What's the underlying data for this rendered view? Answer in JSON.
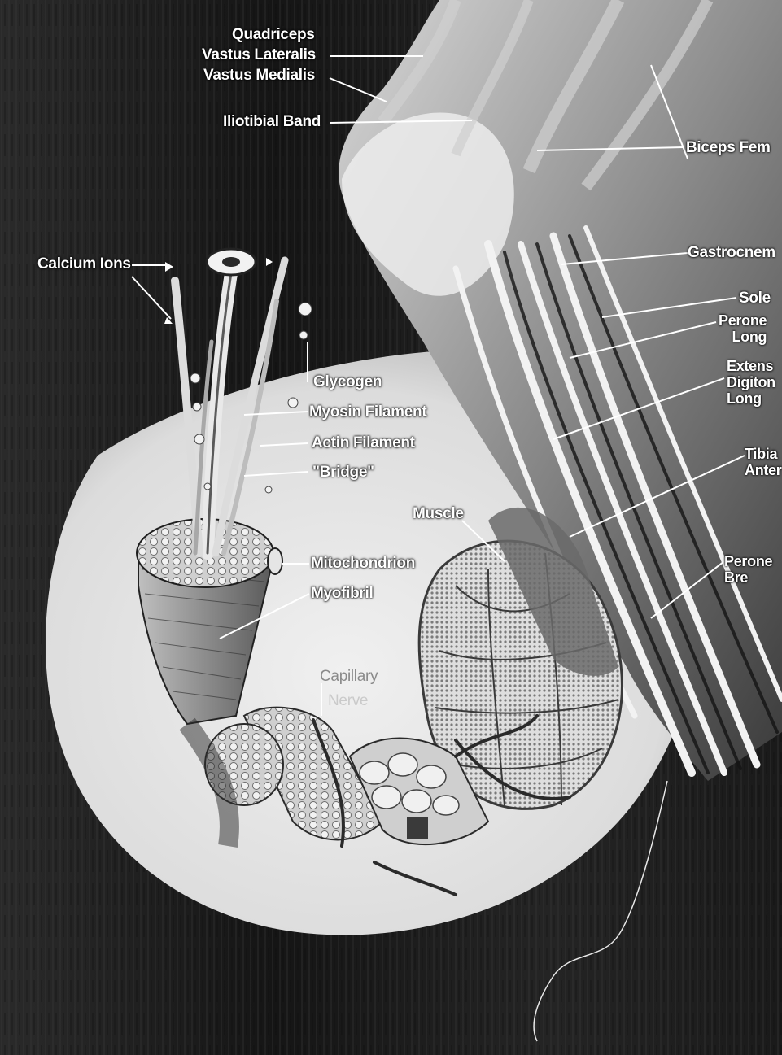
{
  "labels": {
    "quadriceps": "Quadriceps",
    "vastus_lateralis": "Vastus Lateralis",
    "vastus_medialis": "Vastus Medialis",
    "iliotibial_band": "Iliotibial Band",
    "biceps_femoris": "Biceps Fem",
    "calcium_ions": "Calcium Ions",
    "gastrocnemius": "Gastrocnem",
    "soleus": "Sole",
    "peroneus_longus": "Perone\nLong",
    "extensor_digitorum_longus": "Extens\nDigiton\nLong",
    "tibialis_anterior": "Tibia\nAnter",
    "glycogen": "Glycogen",
    "myosin_filament": "Myosin Filament",
    "actin_filament": "Actin Filament",
    "bridge": "\"Bridge\"",
    "muscle": "Muscle",
    "mitochondrion": "Mitochondrion",
    "peroneus_brevis": "Perone\nBre",
    "myofibril": "Myofibril",
    "capillary": "Capillary",
    "capillary_2": "Nerve"
  },
  "colors": {
    "background": "#1b1b1b",
    "inset_circle": "#e6e6e6",
    "label_text": "#ffffff",
    "leader_line": "#ffffff"
  }
}
